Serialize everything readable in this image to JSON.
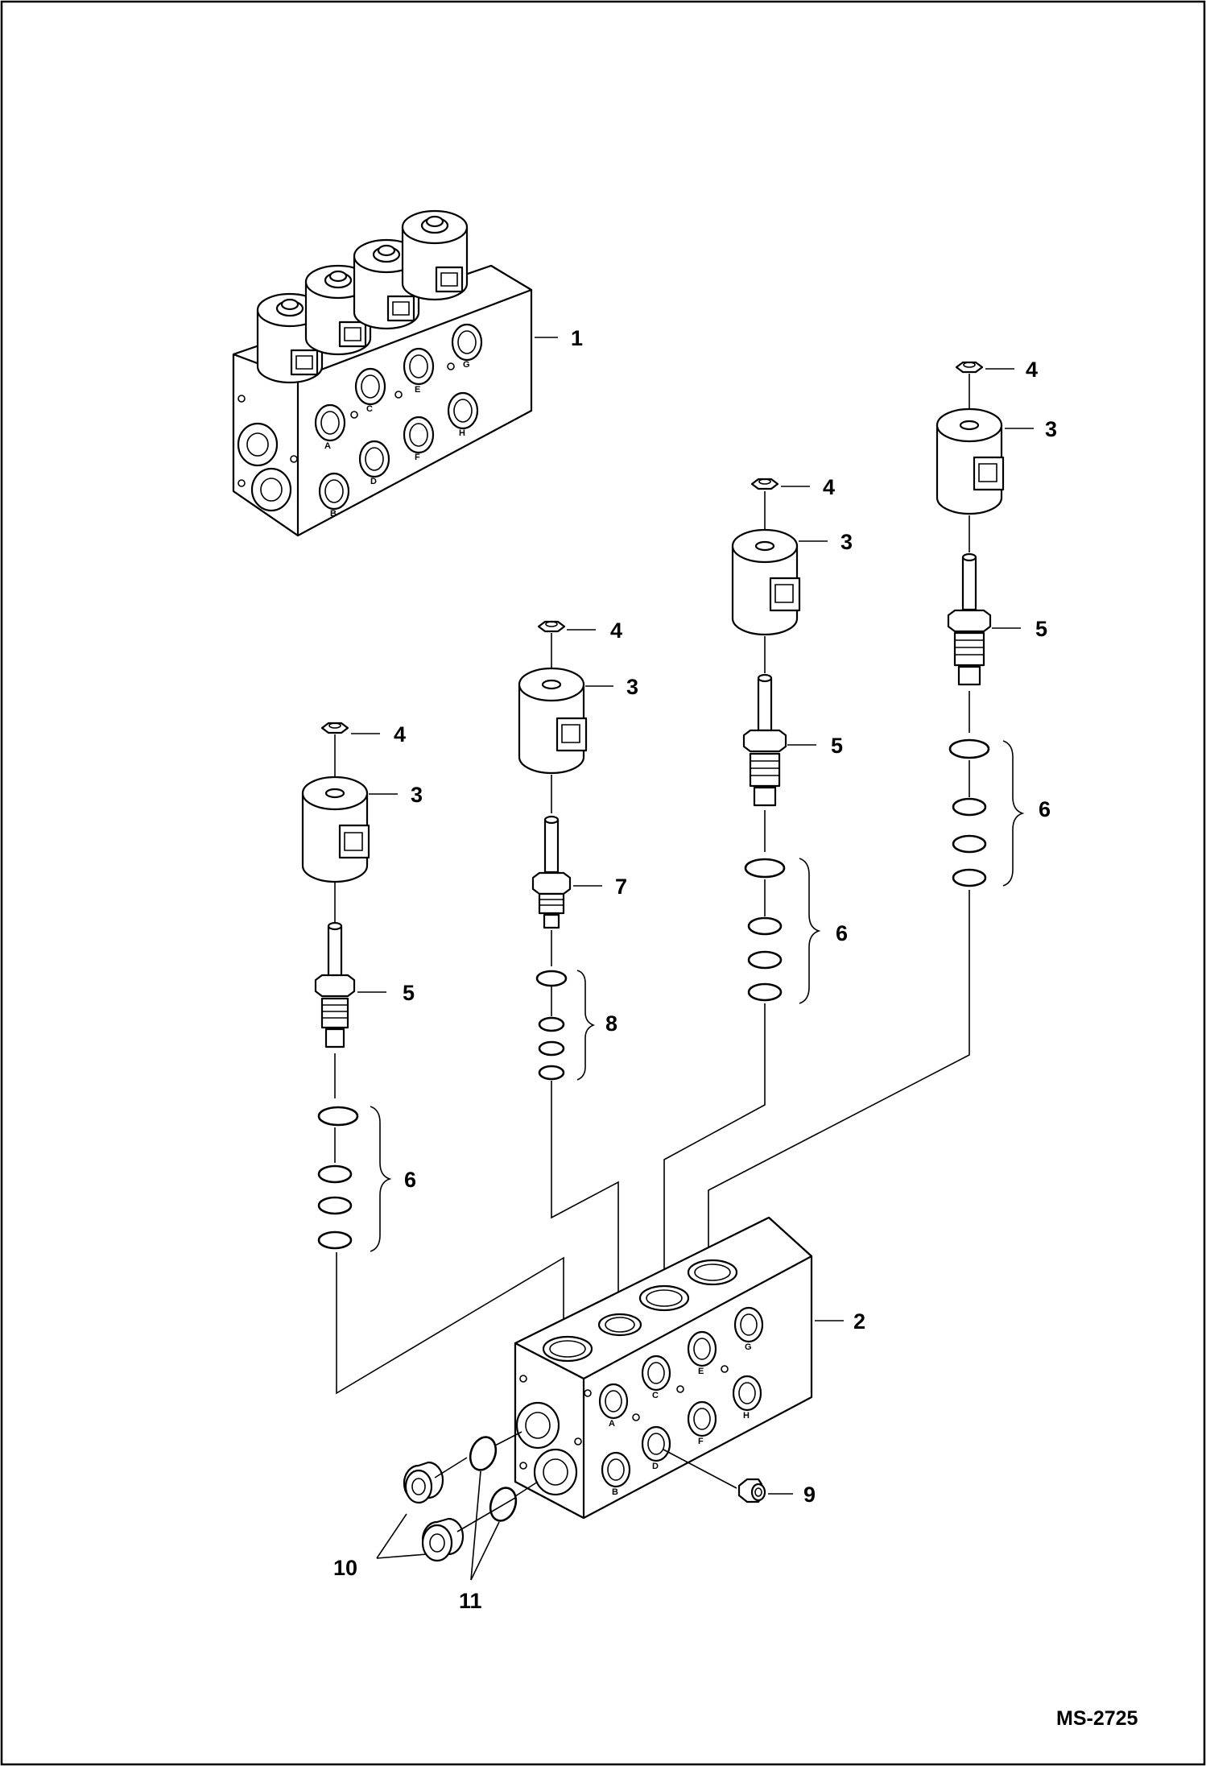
{
  "drawing_id": "MS-2725",
  "callouts": {
    "c1": "1",
    "c2": "2",
    "c3a": "3",
    "c3b": "3",
    "c3c": "3",
    "c3d": "3",
    "c4a": "4",
    "c4b": "4",
    "c4c": "4",
    "c4d": "4",
    "c5a": "5",
    "c5b": "5",
    "c5c": "5",
    "c6a": "6",
    "c6b": "6",
    "c6c": "6",
    "c7": "7",
    "c8": "8",
    "c9": "9",
    "c10": "10",
    "c11": "11"
  },
  "ports_top": {
    "a": "A",
    "b": "B",
    "c": "C",
    "d": "D",
    "e": "E",
    "f": "F",
    "g": "G",
    "h": "H"
  },
  "ports_bottom": {
    "a": "A",
    "b": "B",
    "c": "C",
    "d": "D",
    "e": "E",
    "f": "F",
    "g": "G",
    "h": "H"
  }
}
